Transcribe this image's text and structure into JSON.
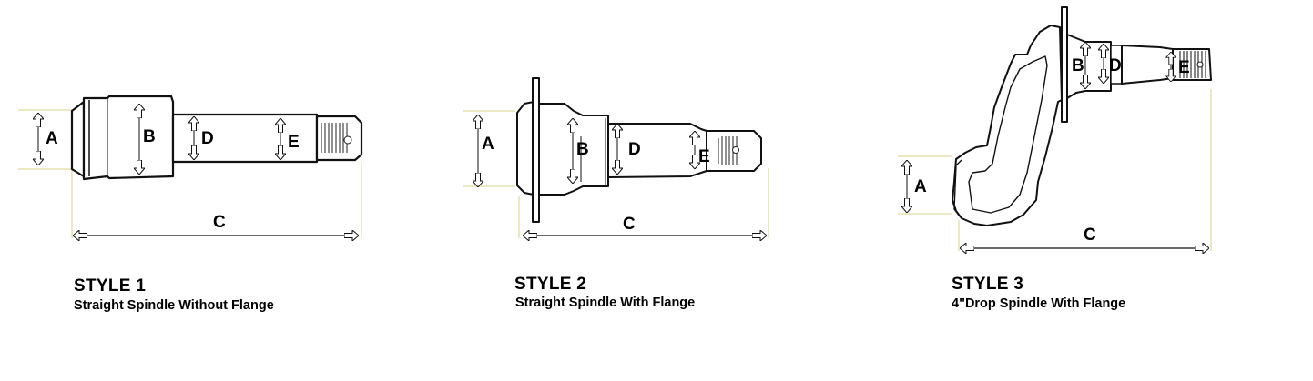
{
  "colors": {
    "outline": "#111111",
    "extension_line": "#d8d08a",
    "fill": "#ffffff",
    "text": "#000000"
  },
  "styles": [
    {
      "title": "STYLE 1",
      "subtitle": "Straight Spindle Without Flange",
      "dimensions": {
        "a": "A",
        "b": "B",
        "c": "C",
        "d": "D",
        "e": "E"
      }
    },
    {
      "title": "STYLE 2",
      "subtitle": "Straight Spindle With Flange",
      "dimensions": {
        "a": "A",
        "b": "B",
        "c": "C",
        "d": "D",
        "e": "E"
      }
    },
    {
      "title": "STYLE 3",
      "subtitle": "4\"Drop Spindle With Flange",
      "dimensions": {
        "a": "A",
        "b": "B",
        "c": "C",
        "d": "D",
        "e": "E"
      }
    }
  ]
}
